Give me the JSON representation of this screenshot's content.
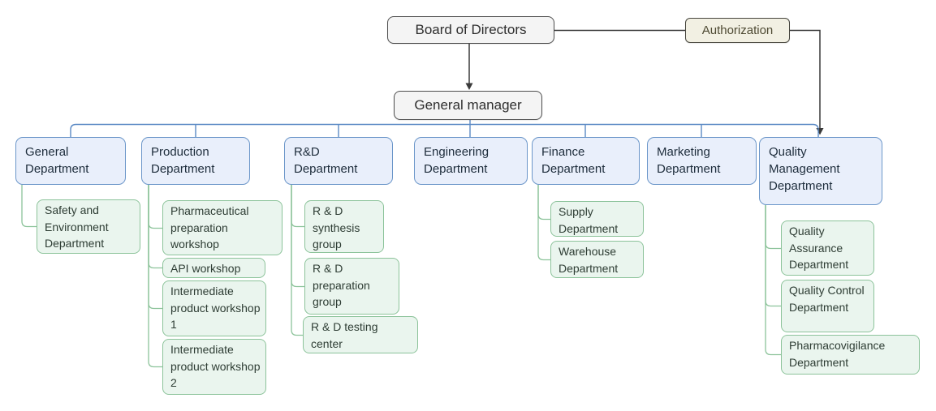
{
  "diagram": {
    "type": "org-chart",
    "nodes": {
      "board_of_directors": {
        "label": "Board of Directors"
      },
      "authorization": {
        "label": "Authorization"
      },
      "general_manager": {
        "label": "General manager"
      },
      "general_department": {
        "label": "General Department"
      },
      "production_department": {
        "label": "Production Department"
      },
      "rd_department": {
        "label": "R&D Department"
      },
      "engineering_department": {
        "label": "Engineering Department"
      },
      "finance_department": {
        "label": "Finance Department"
      },
      "marketing_department": {
        "label": "Marketing Department"
      },
      "quality_management_department": {
        "label": "Quality Management Department"
      },
      "safety_and_environment_department": {
        "label": "Safety and Environment Department"
      },
      "pharmaceutical_preparation_workshop": {
        "label": "Pharmaceutical preparation workshop"
      },
      "api_workshop": {
        "label": "API workshop"
      },
      "intermediate_product_workshop_1": {
        "label": "Intermediate product workshop 1"
      },
      "intermediate_product_workshop_2": {
        "label": "Intermediate product workshop 2"
      },
      "rd_synthesis_group": {
        "label": "R & D synthesis group"
      },
      "rd_preparation_group": {
        "label": "R & D preparation group"
      },
      "rd_testing_center": {
        "label": "R & D testing center"
      },
      "supply_department": {
        "label": "Supply Department"
      },
      "warehouse_department": {
        "label": "Warehouse Department"
      },
      "quality_assurance_department": {
        "label": "Quality Assurance Department"
      },
      "quality_control_department": {
        "label": "Quality Control Department"
      },
      "pharmacovigilance_department": {
        "label": "Pharmacovigilance Department"
      }
    },
    "edges": [
      {
        "from": "board_of_directors",
        "to": "general_manager",
        "style": "arrow"
      },
      {
        "from": "board_of_directors",
        "to": "authorization",
        "style": "line"
      },
      {
        "from": "authorization",
        "to": "quality_management_department",
        "style": "arrow"
      },
      {
        "from": "general_manager",
        "to": "general_department",
        "style": "line"
      },
      {
        "from": "general_manager",
        "to": "production_department",
        "style": "line"
      },
      {
        "from": "general_manager",
        "to": "rd_department",
        "style": "line"
      },
      {
        "from": "general_manager",
        "to": "engineering_department",
        "style": "line"
      },
      {
        "from": "general_manager",
        "to": "finance_department",
        "style": "line"
      },
      {
        "from": "general_manager",
        "to": "marketing_department",
        "style": "line"
      },
      {
        "from": "general_manager",
        "to": "quality_management_department",
        "style": "line"
      },
      {
        "from": "general_department",
        "to": "safety_and_environment_department",
        "style": "line"
      },
      {
        "from": "production_department",
        "to": "pharmaceutical_preparation_workshop",
        "style": "line"
      },
      {
        "from": "production_department",
        "to": "api_workshop",
        "style": "line"
      },
      {
        "from": "production_department",
        "to": "intermediate_product_workshop_1",
        "style": "line"
      },
      {
        "from": "production_department",
        "to": "intermediate_product_workshop_2",
        "style": "line"
      },
      {
        "from": "rd_department",
        "to": "rd_synthesis_group",
        "style": "line"
      },
      {
        "from": "rd_department",
        "to": "rd_preparation_group",
        "style": "line"
      },
      {
        "from": "rd_department",
        "to": "rd_testing_center",
        "style": "line"
      },
      {
        "from": "finance_department",
        "to": "supply_department",
        "style": "line"
      },
      {
        "from": "finance_department",
        "to": "warehouse_department",
        "style": "line"
      },
      {
        "from": "quality_management_department",
        "to": "quality_assurance_department",
        "style": "line"
      },
      {
        "from": "quality_management_department",
        "to": "quality_control_department",
        "style": "line"
      },
      {
        "from": "quality_management_department",
        "to": "pharmacovigilance_department",
        "style": "line"
      }
    ],
    "colors": {
      "department_fill": "#e9effb",
      "department_border": "#6b96c9",
      "sub_department_fill": "#eaf5ee",
      "sub_department_border": "#8cc39a",
      "executive_fill": "#f4f4f4",
      "executive_border": "#4d4d4d",
      "authorization_fill": "#f2f0e3",
      "authorization_border": "#45443c",
      "connector_blue": "#5b8ac5",
      "connector_green": "#8cc39a",
      "connector_black": "#3a3a3a"
    }
  }
}
